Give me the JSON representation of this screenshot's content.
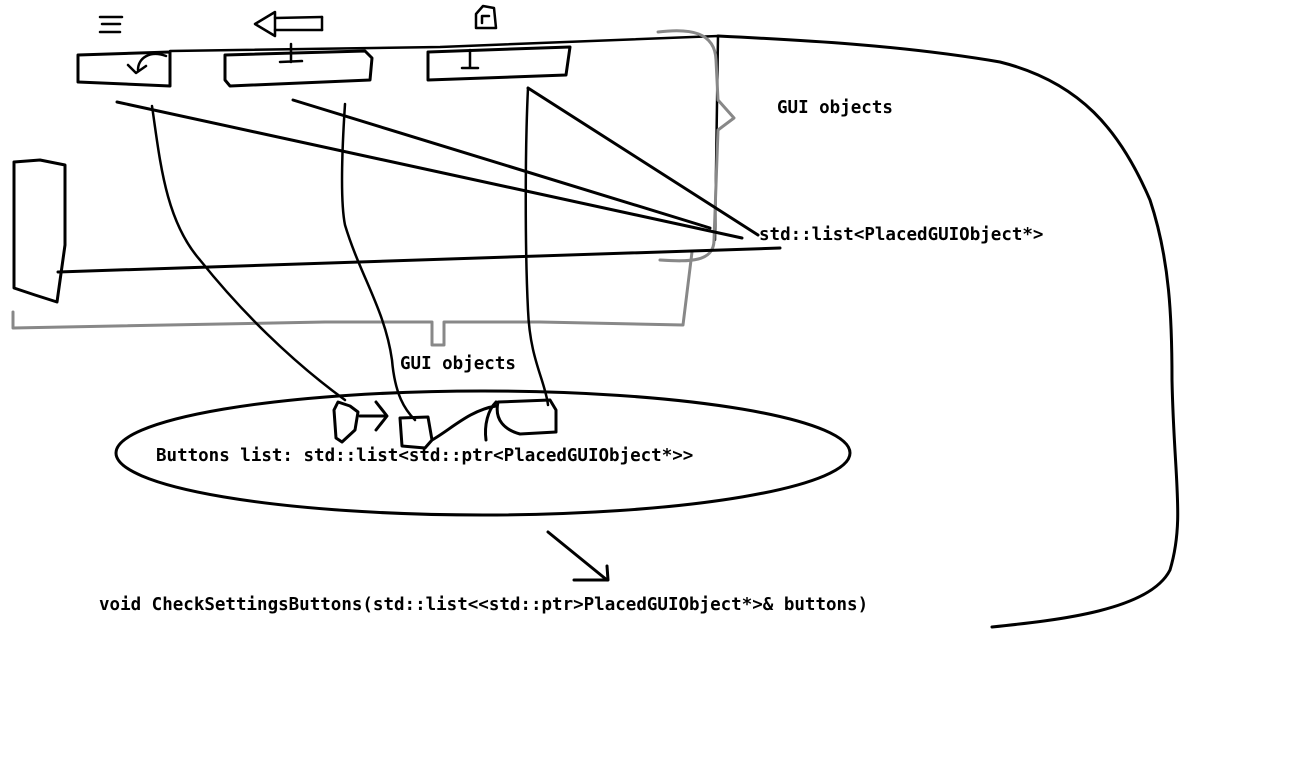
{
  "labels": {
    "gui_objects_top": "GUI objects",
    "std_list": "std::list<PlacedGUIObject*>",
    "gui_objects_middle": "GUI objects",
    "buttons_list": "Buttons list: std::list<std::ptr<PlacedGUIObject*>>",
    "function_signature": "void CheckSettingsButtons(std::list<<std::ptr>PlacedGUIObject*>& buttons)"
  },
  "colors": {
    "ink": "#000000",
    "brace": "#888888",
    "background": "#ffffff"
  },
  "icons": [
    "menu-icon",
    "back-arrow-icon",
    "lock-icon"
  ]
}
